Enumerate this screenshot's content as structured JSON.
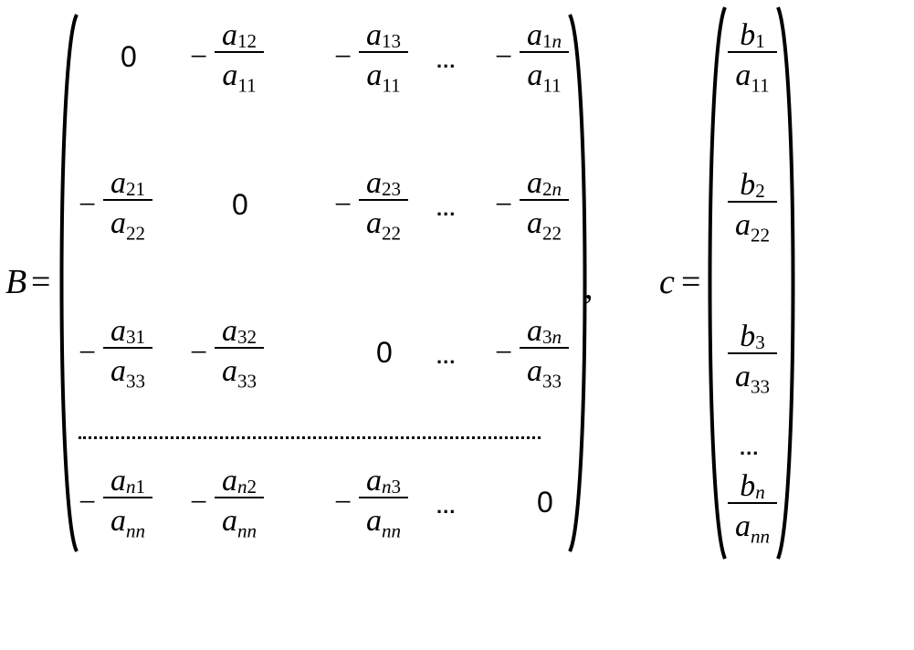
{
  "B_label": "B",
  "c_label": "c",
  "equals": "=",
  "comma": ",",
  "minus": "−",
  "zero": "0",
  "ellipsis": "...",
  "b_rows": [
    [
      {
        "type": "zero"
      },
      {
        "type": "frac",
        "neg": true,
        "num": {
          "base": "a",
          "sub": "12"
        },
        "den": {
          "base": "a",
          "sub": "11"
        }
      },
      {
        "type": "frac",
        "neg": true,
        "num": {
          "base": "a",
          "sub": "13"
        },
        "den": {
          "base": "a",
          "sub": "11"
        }
      },
      {
        "type": "dots"
      },
      {
        "type": "frac",
        "neg": true,
        "num": {
          "base": "a",
          "sub": "1n"
        },
        "den": {
          "base": "a",
          "sub": "11"
        }
      }
    ],
    [
      {
        "type": "frac",
        "neg": true,
        "num": {
          "base": "a",
          "sub": "21"
        },
        "den": {
          "base": "a",
          "sub": "22"
        }
      },
      {
        "type": "zero"
      },
      {
        "type": "frac",
        "neg": true,
        "num": {
          "base": "a",
          "sub": "23"
        },
        "den": {
          "base": "a",
          "sub": "22"
        }
      },
      {
        "type": "dots"
      },
      {
        "type": "frac",
        "neg": true,
        "num": {
          "base": "a",
          "sub": "2n"
        },
        "den": {
          "base": "a",
          "sub": "22"
        }
      }
    ],
    [
      {
        "type": "frac",
        "neg": true,
        "num": {
          "base": "a",
          "sub": "31"
        },
        "den": {
          "base": "a",
          "sub": "33"
        }
      },
      {
        "type": "frac",
        "neg": true,
        "num": {
          "base": "a",
          "sub": "32"
        },
        "den": {
          "base": "a",
          "sub": "33"
        }
      },
      {
        "type": "zero"
      },
      {
        "type": "dots"
      },
      {
        "type": "frac",
        "neg": true,
        "num": {
          "base": "a",
          "sub": "3n"
        },
        "den": {
          "base": "a",
          "sub": "33"
        }
      }
    ],
    [
      {
        "type": "frac",
        "neg": true,
        "num": {
          "base": "a",
          "sub": "n1"
        },
        "den": {
          "base": "a",
          "sub": "nn"
        }
      },
      {
        "type": "frac",
        "neg": true,
        "num": {
          "base": "a",
          "sub": "n2"
        },
        "den": {
          "base": "a",
          "sub": "nn"
        }
      },
      {
        "type": "frac",
        "neg": true,
        "num": {
          "base": "a",
          "sub": "n3"
        },
        "den": {
          "base": "a",
          "sub": "nn"
        }
      },
      {
        "type": "dots"
      },
      {
        "type": "zero"
      }
    ]
  ],
  "c_rows": [
    {
      "type": "frac",
      "num": {
        "base": "b",
        "sub": "1"
      },
      "den": {
        "base": "a",
        "sub": "11"
      }
    },
    {
      "type": "frac",
      "num": {
        "base": "b",
        "sub": "2"
      },
      "den": {
        "base": "a",
        "sub": "22"
      }
    },
    {
      "type": "frac",
      "num": {
        "base": "b",
        "sub": "3"
      },
      "den": {
        "base": "a",
        "sub": "33"
      }
    },
    {
      "type": "dots"
    },
    {
      "type": "frac",
      "num": {
        "base": "b",
        "sub": "n"
      },
      "den": {
        "base": "a",
        "sub": "nn"
      }
    }
  ]
}
